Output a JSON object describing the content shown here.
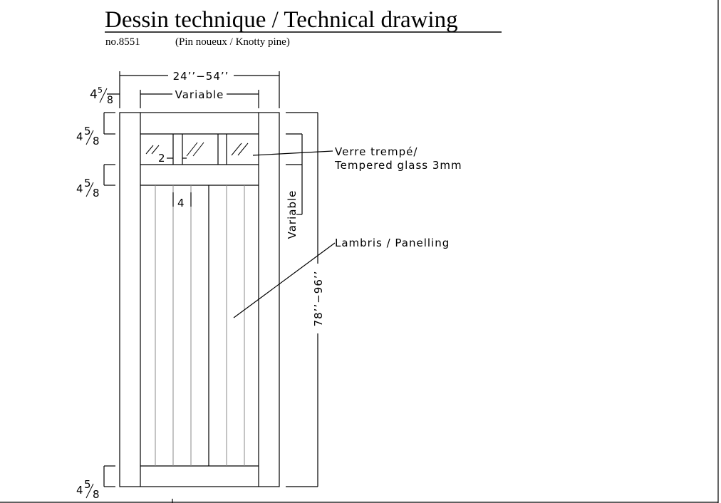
{
  "title": "Dessin technique / Technical drawing",
  "product_number": "no.8551",
  "material": "(Pin noueux / Knotty pine)",
  "dimensions": {
    "width": "24’’−54’’",
    "inner_width": "Variable",
    "height": "78’’−96’’",
    "glass_height": "Variable",
    "rail_whole": "4",
    "rail_num": "5",
    "rail_den": "8",
    "mullion": "2",
    "panel_board": "4"
  },
  "labels": {
    "glass_line1": "Verre trempé/",
    "glass_line2": "Tempered glass 3mm",
    "panelling": "Lambris / Panelling"
  }
}
